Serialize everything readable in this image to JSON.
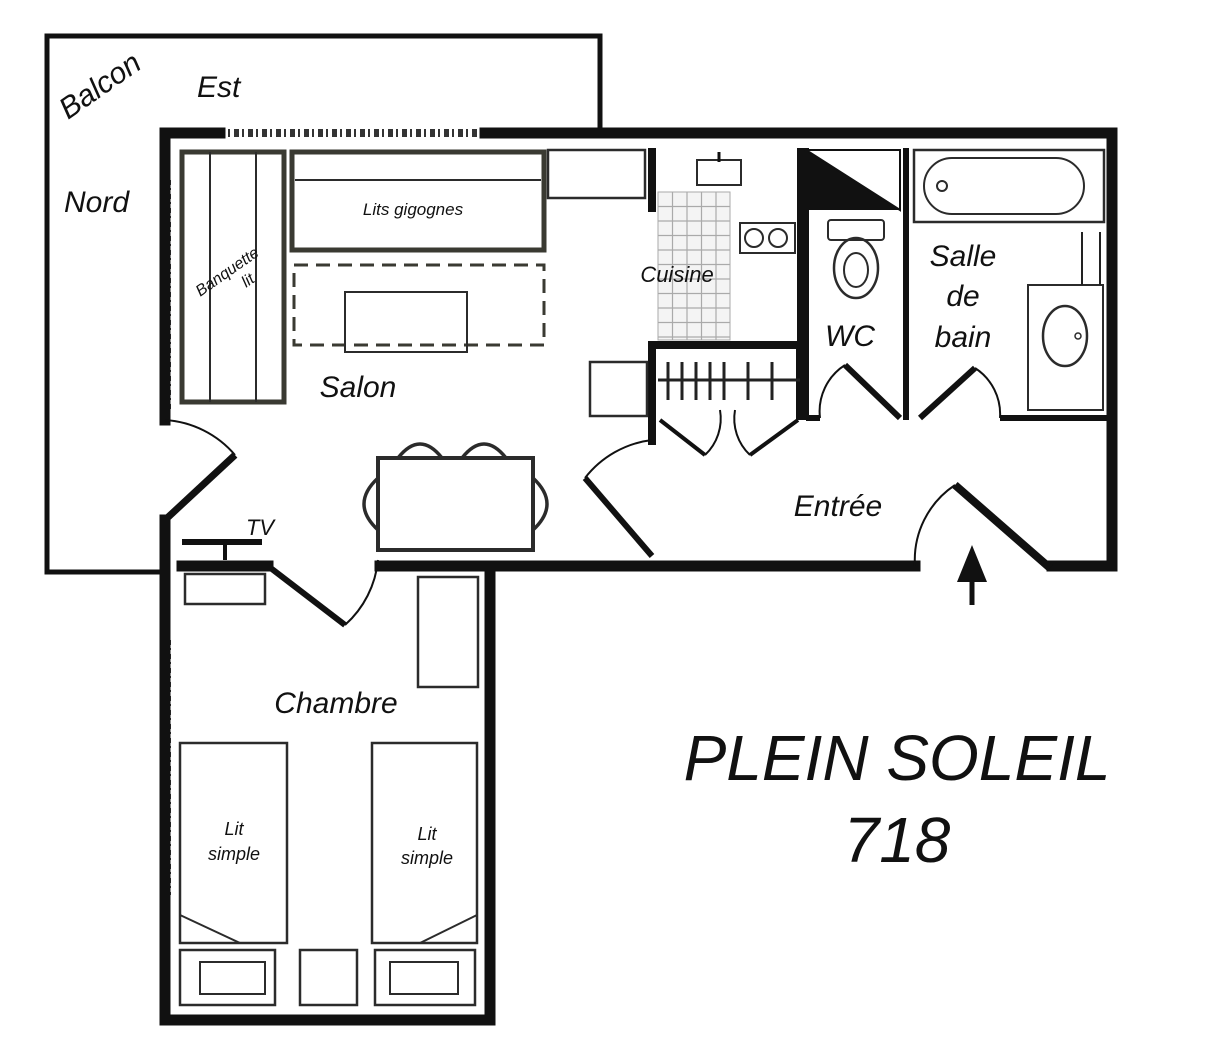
{
  "plan": {
    "name": "PLEIN SOLEIL",
    "number": "718"
  },
  "orientation": {
    "balcon": "Balcon",
    "est": "Est",
    "nord": "Nord"
  },
  "rooms": {
    "salon": "Salon",
    "cuisine": "Cuisine",
    "wc": "WC",
    "salle_de_bain": [
      "Salle",
      "de",
      "bain"
    ],
    "entree": "Entrée",
    "chambre": "Chambre"
  },
  "furniture": {
    "lits_gigognes": "Lits gigognes",
    "banquette": [
      "Banquette",
      "lit"
    ],
    "tv": "TV",
    "lit_simple_1": [
      "Lit",
      "simple"
    ],
    "lit_simple_2": [
      "Lit",
      "simple"
    ]
  },
  "entry_arrow_icon": "arrow-up-icon"
}
